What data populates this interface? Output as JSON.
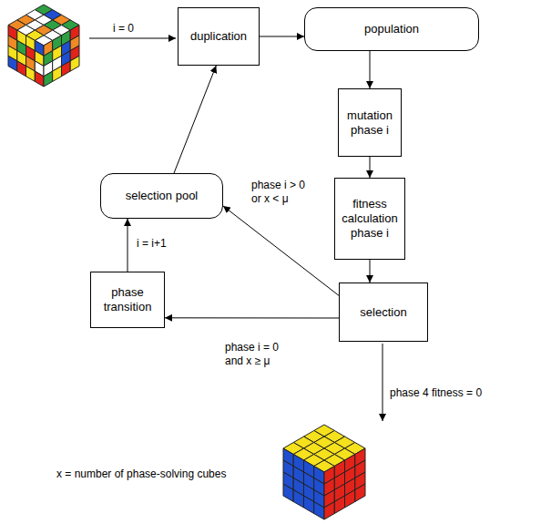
{
  "diagram": {
    "nodes": [
      {
        "text": [
          "duplication"
        ]
      },
      {
        "text": [
          "population"
        ]
      },
      {
        "text": [
          "mutation phase i"
        ]
      },
      {
        "text": [
          "fitness calculation phase i"
        ]
      },
      {
        "text": [
          "selection"
        ]
      },
      {
        "text": [
          "phase transition"
        ]
      },
      {
        "text": [
          "selection pool"
        ]
      }
    ],
    "edges": [
      {
        "from": 0,
        "to": 1,
        "arrow": "to"
      },
      {
        "from": 1,
        "to": 2,
        "arrow": "to"
      },
      {
        "from": 2,
        "to": 3,
        "arrow": "to"
      },
      {
        "from": 3,
        "to": 4,
        "arrow": "to"
      },
      {
        "from": 4,
        "to": 6,
        "label": "phase i > 0 or x < μ",
        "arrow": "to"
      },
      {
        "from": 4,
        "to": 5,
        "label": "phase i = 0 and x ≥ μ",
        "arrow": "to"
      },
      {
        "from": 5,
        "to": 6,
        "label": "i = i+1",
        "arrow": "to"
      },
      {
        "from": 6,
        "to": 0,
        "arrow": "to"
      }
    ],
    "labels": [
      "i = 0",
      "phase 4 fitness = 0",
      "x = number of phase-solving cubes"
    ]
  }
}
